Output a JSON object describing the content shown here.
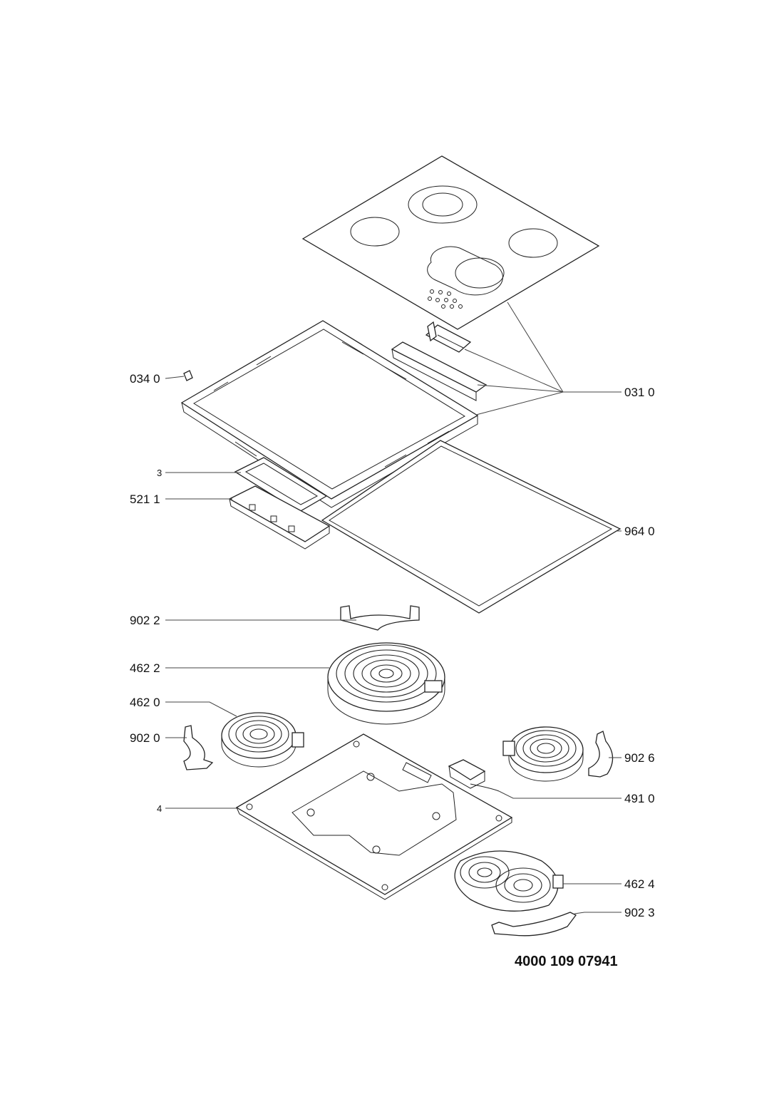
{
  "labels": {
    "l_034_0": "034 0",
    "l_031_0": "031 0",
    "l_3": "3",
    "l_521_1": "521 1",
    "l_964_0": "964 0",
    "l_902_2": "902 2",
    "l_462_2": "462 2",
    "l_462_0": "462 0",
    "l_902_0": "902 0",
    "l_902_6": "902 6",
    "l_491_0": "491 0",
    "l_4": "4",
    "l_462_4": "462 4",
    "l_902_3": "902 3"
  },
  "document_number": "4000 109 07941"
}
